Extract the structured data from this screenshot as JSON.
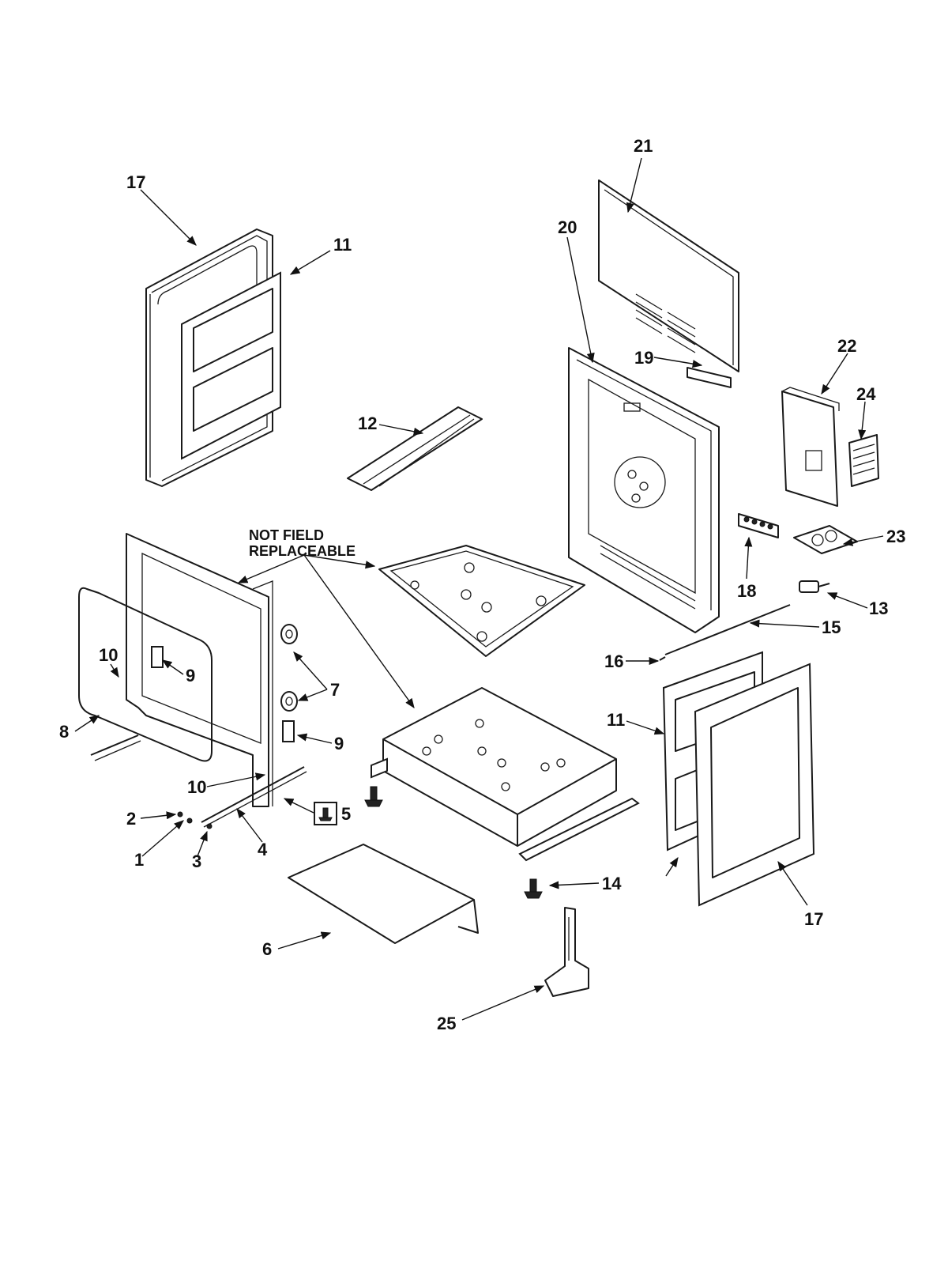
{
  "diagram": {
    "note_lines": [
      "NOT FIELD",
      "REPLACEABLE"
    ],
    "callouts": [
      "17",
      "11",
      "21",
      "20",
      "19",
      "22",
      "24",
      "12",
      "23",
      "18",
      "13",
      "15",
      "16",
      "10",
      "9",
      "7",
      "8",
      "10",
      "9",
      "5",
      "2",
      "1",
      "3",
      "4",
      "11",
      "6",
      "14",
      "17",
      "25"
    ]
  }
}
